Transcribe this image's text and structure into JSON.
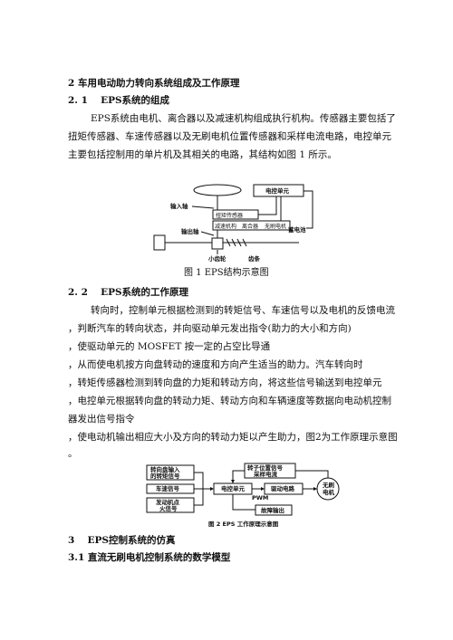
{
  "sec2": {
    "heading": "2 车用电动助力转向系统组成及工作原理",
    "s21": {
      "heading": "2. 1　 EPS系统的组成",
      "p": [
        "EPS系统由电机、离合器以及减速机构组成执行机构。传感器主要包括了",
        "扭矩传感器、车速传感器以及无刷电机位置传感器和采样电流电路，电控单元",
        "主要包括控制用的单片机及其相关的电路，其结构如图 1 所示。"
      ]
    },
    "fig1": {
      "caption": "图 1  EPS结构示意图",
      "labels": {
        "input_shaft": "输入轴",
        "torque_sensor": "扭矩传感器",
        "ecu": "电控单元",
        "reducer": "减速机构",
        "clutch": "离合器",
        "bldc": "无刷电机",
        "battery": "蓄电池",
        "output_shaft": "输出轴",
        "pinion": "小齿轮",
        "rack": "齿条"
      }
    },
    "s22": {
      "heading": "2. 2　 EPS系统的工作原理",
      "p": [
        "转向时，控制单元根据检测到的转矩信号、车速信号以及电机的反馈电流",
        "，判断汽车的转向状态，并向驱动单元发出指令(助力的大小和方向)",
        "，使驱动单元的 MOSFET 按一定的占空比导通",
        "，从而使电机按方向盘转动的速度和方向产生适当的助力。汽车转向时",
        "，转矩传感器检测到转向盘的力矩和转动方向，将这些信号输送到电控单元",
        "，电控单元根据转向盘的转动力矩、转动方向和车辆速度等数据向电动机控制",
        "器发出信号指令",
        "，使电动机输出相应大小及方向的转动力矩以产生助力，图2为工作原理示意图",
        "。"
      ]
    },
    "fig2": {
      "caption": "图 2   EPS 工作原理示意图",
      "labels": {
        "steer_input_1": "转向盘输入",
        "steer_input_2": "的转矩信号",
        "speed_signal": "车速信号",
        "engine_1": "发动机点",
        "engine_2": "火信号",
        "ecu": "电控单元",
        "drive": "驱动电路",
        "motor_1": "无刷",
        "motor_2": "电机",
        "rotor_1": "转子位置信号",
        "rotor_2": "采样电流",
        "pwm": "PWM",
        "fault": "故障输出"
      }
    }
  },
  "sec3": {
    "heading": "3　 EPS控制系统的仿真",
    "s31": {
      "heading": "3.1 直流无刷电机控制系统的数学模型"
    }
  }
}
